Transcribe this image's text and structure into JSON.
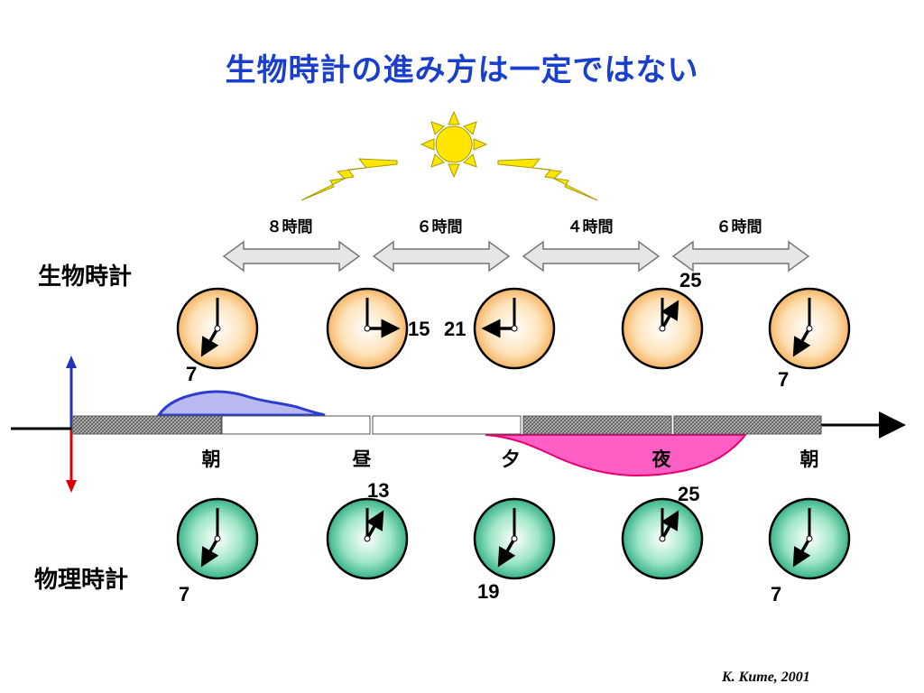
{
  "title": "生物時計の進み方は一定ではない",
  "labels": {
    "bio_clock": "生物時計",
    "phys_clock": "物理時計"
  },
  "intervals": [
    "８時間",
    "６時間",
    "４時間",
    "６時間"
  ],
  "periods": [
    "朝",
    "昼",
    "夕",
    "夜",
    "朝"
  ],
  "bio_clock_numbers": {
    "first_below": "7",
    "second_right": "15",
    "third_left": "21",
    "fourth_above": "25",
    "fifth_below": "7"
  },
  "phys_clock_numbers": {
    "first_below": "7",
    "second_above": "13",
    "third_below": "19",
    "fourth_above": "25",
    "fifth_below": "7"
  },
  "bio_clock_hands": [
    {
      "hour": 7,
      "minute": 0
    },
    {
      "hour": 3,
      "minute": 0
    },
    {
      "hour": 9,
      "minute": 0
    },
    {
      "hour": 1,
      "minute": 0
    },
    {
      "hour": 7,
      "minute": 0
    }
  ],
  "phys_clock_hands": [
    {
      "hour": 7,
      "minute": 0
    },
    {
      "hour": 1,
      "minute": 0
    },
    {
      "hour": 7,
      "minute": 0
    },
    {
      "hour": 1,
      "minute": 0
    },
    {
      "hour": 7,
      "minute": 0
    }
  ],
  "credit": "K. Kume, 2001",
  "colors": {
    "title": "#1a3fcc",
    "bio_clock_fill": "#f7b56a",
    "phys_clock_fill": "#2fb58a",
    "sun": "#ffe600",
    "lightning": "#ffe600",
    "day_wave": "#b9b9f0",
    "night_wave": "#ff5ec4",
    "up_arrow": "#2233bb",
    "down_arrow": "#dd0000"
  }
}
